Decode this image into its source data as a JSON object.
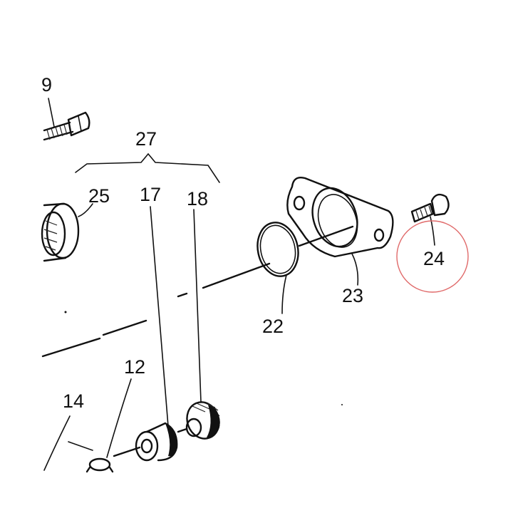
{
  "diagram": {
    "callouts": {
      "c9": "9",
      "c27": "27",
      "c25": "25",
      "c17": "17",
      "c18": "18",
      "c22": "22",
      "c23": "23",
      "c24": "24",
      "c12": "12",
      "c14": "14"
    },
    "colors": {
      "ink": "#111111",
      "highlight_circle": "#e06a6a",
      "background": "#ffffff"
    },
    "highlighted_part": "24"
  }
}
